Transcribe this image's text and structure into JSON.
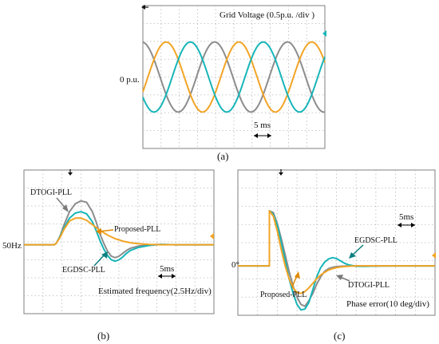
{
  "colors": {
    "gray": "#8c8c8c",
    "teal": "#17b5b8",
    "orange": "#f2a425",
    "label_teal": "#0e7f80",
    "label_orange": "#e08a00",
    "label_gray": "#7a7a7a",
    "grid": "#b9b9b9",
    "frame": "#7f7f7f"
  },
  "chart_data": [
    {
      "panel": "a",
      "type": "line",
      "panel_label": "(a)",
      "title": "Grid Voltage (0.5p.u. /div )",
      "y_reference_label": "0 p.u.",
      "scale_label": "5 ms",
      "grid": true,
      "x_divs": 10,
      "y_divs": 8,
      "x_unit": "ms per div",
      "x_per_div": 5,
      "y_unit": "p.u. per div",
      "y_per_div": 0.5,
      "series": [
        {
          "color": "gray",
          "amplitude_pu": 1.0,
          "frequency_hz": 50,
          "phase_deg": 0
        },
        {
          "color": "orange",
          "amplitude_pu": 1.0,
          "frequency_hz": 50,
          "phase_deg": -120
        },
        {
          "color": "teal",
          "amplitude_pu": 1.0,
          "frequency_hz": 50,
          "phase_deg": 120
        }
      ]
    },
    {
      "panel": "b",
      "type": "line",
      "panel_label": "(b)",
      "title": "Estimated frequency(2.5Hz/div)",
      "y_reference_label": "50Hz",
      "scale_label": "5ms",
      "grid": true,
      "x_divs": 10,
      "y_divs": 8,
      "x_unit": "ms",
      "y_unit": "Hz offset from 50Hz",
      "series": [
        {
          "name": "DTOGI-PLL",
          "color": "gray",
          "x": [
            0,
            8,
            8.5,
            9.5,
            10.5,
            12,
            13.5,
            15,
            16.5,
            18,
            19,
            20,
            21,
            22,
            23,
            24,
            25,
            26,
            27,
            28,
            30,
            33,
            36,
            40,
            45,
            50
          ],
          "y": [
            0,
            0,
            0.2,
            1.2,
            2.7,
            4.6,
            5.7,
            6.1,
            5.9,
            4.6,
            3.2,
            1.5,
            0.2,
            -0.9,
            -1.6,
            -1.8,
            -1.6,
            -1.2,
            -0.8,
            -0.5,
            -0.2,
            0,
            0.05,
            0,
            0,
            0
          ]
        },
        {
          "name": "EGDSC-PLL",
          "color": "teal",
          "x": [
            0,
            8,
            8.5,
            9.5,
            10.5,
            12,
            13.5,
            15,
            16.5,
            18,
            19,
            20,
            21,
            22,
            23,
            24,
            25,
            26,
            27,
            28,
            30,
            33,
            36,
            40,
            45,
            50
          ],
          "y": [
            0,
            0,
            0.2,
            1.1,
            2.3,
            3.7,
            4.4,
            4.6,
            4.3,
            3.2,
            2.0,
            0.6,
            -0.6,
            -1.5,
            -2.1,
            -2.3,
            -2.1,
            -1.7,
            -1.2,
            -0.8,
            -0.4,
            -0.1,
            0.05,
            0,
            0,
            0
          ]
        },
        {
          "name": "Proposed-PLL",
          "color": "orange",
          "x": [
            0,
            8,
            8.5,
            9.5,
            10.5,
            12,
            13.5,
            15,
            16.5,
            18,
            20,
            22,
            24,
            26,
            28,
            30,
            33,
            36,
            40,
            45,
            50
          ],
          "y": [
            0,
            0,
            0.2,
            1.0,
            2.1,
            3.3,
            3.7,
            3.7,
            3.4,
            2.8,
            2.0,
            1.35,
            0.85,
            0.5,
            0.28,
            0.14,
            0.05,
            0,
            0,
            0,
            0
          ]
        }
      ]
    },
    {
      "panel": "c",
      "type": "line",
      "panel_label": "(c)",
      "title": "Phase error(10 deg/div)",
      "y_reference_label": "0°",
      "scale_label": "5ms",
      "grid": true,
      "x_divs": 10,
      "y_divs": 8,
      "x_unit": "ms",
      "y_unit": "deg",
      "series": [
        {
          "name": "DTOGI-PLL",
          "color": "gray",
          "x": [
            0,
            8,
            8,
            9,
            10,
            11,
            12,
            13,
            14,
            15,
            16,
            17,
            18,
            19,
            20,
            21,
            22,
            23,
            24,
            25,
            26,
            27,
            28,
            30,
            32,
            35,
            40,
            45,
            50
          ],
          "y": [
            0,
            0,
            30,
            29,
            23,
            15,
            6,
            -3,
            -11,
            -17,
            -21,
            -22,
            -19,
            -15,
            -10,
            -6,
            -3,
            -1.5,
            -0.8,
            -0.4,
            -0.2,
            -0.1,
            0,
            0,
            0,
            0,
            0,
            0,
            0
          ]
        },
        {
          "name": "EGDSC-PLL",
          "color": "teal",
          "x": [
            0,
            8,
            8,
            9,
            10,
            11,
            12,
            13,
            14,
            15,
            16,
            17,
            18,
            19,
            20,
            21,
            22,
            23,
            24,
            25,
            26,
            27,
            28,
            30,
            32,
            35,
            40,
            45,
            50
          ],
          "y": [
            0,
            0,
            30,
            28,
            22,
            13,
            3,
            -7,
            -15,
            -21,
            -24,
            -23.5,
            -20,
            -13,
            -6,
            -1,
            2,
            3.8,
            4.5,
            4.0,
            2.8,
            1.5,
            0.6,
            -0.2,
            -0.3,
            -0.1,
            0,
            0,
            0
          ]
        },
        {
          "name": "Proposed-PLL",
          "color": "orange",
          "x": [
            0,
            8,
            8,
            9,
            10,
            11,
            12,
            13,
            14,
            15,
            16,
            17,
            18,
            19,
            20,
            21,
            22,
            23,
            24,
            25,
            26,
            27,
            28,
            30,
            32,
            35,
            40,
            45,
            50
          ],
          "y": [
            0,
            0,
            30,
            27,
            19,
            9,
            0,
            -7,
            -12,
            -14.5,
            -15,
            -14,
            -12,
            -9.5,
            -7,
            -5,
            -3.5,
            -2.3,
            -1.5,
            -1.0,
            -0.6,
            -0.4,
            -0.2,
            0,
            0,
            0,
            0,
            0,
            0
          ]
        }
      ]
    }
  ]
}
